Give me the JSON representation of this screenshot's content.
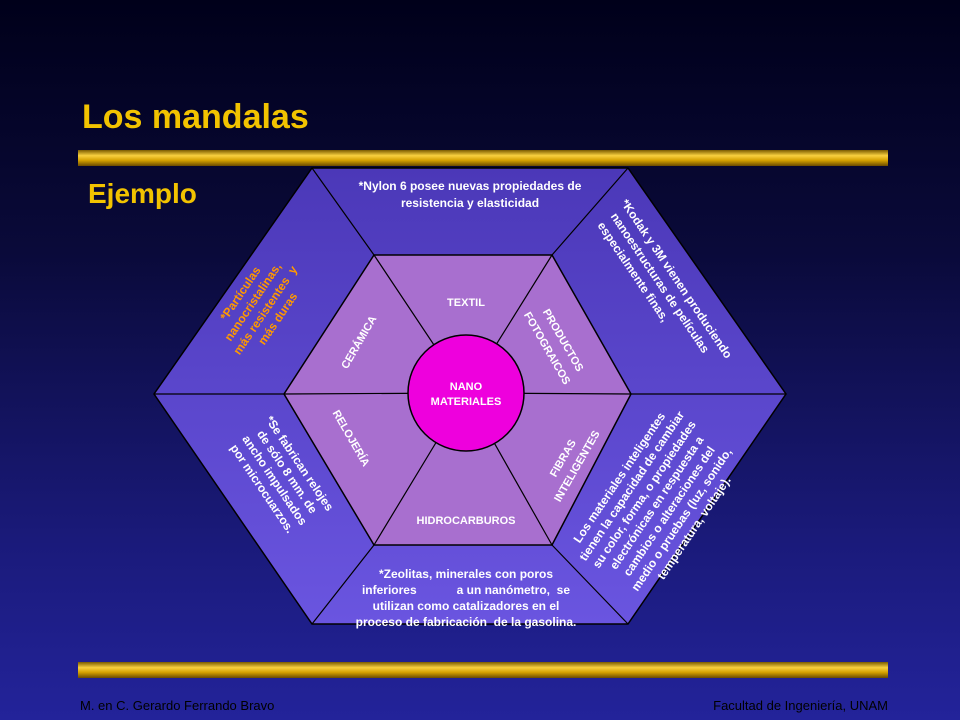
{
  "slide": {
    "title": "Los mandalas",
    "subtitle": "Ejemplo",
    "footer_left": "M. en C. Gerardo Ferrando Bravo",
    "footer_right": "Facultad de Ingeniería, UNAM"
  },
  "mandala": {
    "center": {
      "line1": "NANO",
      "line2": "MATERIALES"
    },
    "inner": {
      "textil": "TEXTIL",
      "productos_line1": "PRODUCTOS",
      "productos_line2": "FOTOGRAICOS",
      "fibras_line1": "FIBRAS",
      "fibras_line2": "INTELIGENTES",
      "hidrocarburos": "HIDROCARBUROS",
      "relojeria": "RELOJERÍA",
      "ceramica": "CERÁMICA"
    },
    "outer": {
      "nylon": [
        "*Nylon 6 posee nuevas propiedades de",
        "resistencia y elasticidad"
      ],
      "kodak": [
        "*Kodak y 3M vienen produciendo",
        "nanoestructuras  de películas",
        "especialmente finas,"
      ],
      "inteligentes": [
        "Los materiales inteligentes",
        "tienen la capacidad de cambiar",
        "su color, forma, o propiedades",
        "electrónicas en respuesta a",
        "cambios o alteraciones del",
        "medio o pruebas (luz, sonido,",
        "temperatura, voltaje)."
      ],
      "zeolitas": [
        "*Zeolitas, minerales con poros",
        "inferiores            a un nanómetro,  se",
        "utilizan como catalizadores en el",
        "proceso de fabricación  de la gasolina."
      ],
      "relojes": [
        "*Se fabrican relojes",
        "de sólo 8 mm. de",
        "ancho impulsados",
        "por microcuarzos."
      ],
      "particulas": [
        "*Partículas",
        "nanocristalinas,",
        "más resistentes  y",
        "más duras"
      ]
    }
  },
  "colors": {
    "title": "#f2c300",
    "outer_hexagon": "#5a43c8",
    "inner_hexagon": "#a86fcf",
    "center": "#ee00dd",
    "orange_text": "#ff9900"
  }
}
